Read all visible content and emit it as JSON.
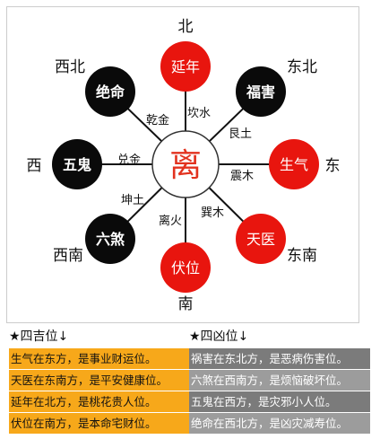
{
  "diagram": {
    "center": "离",
    "directions": {
      "north": "北",
      "northeast": "东北",
      "east": "东",
      "southeast": "东南",
      "south": "南",
      "southwest": "西南",
      "west": "西",
      "northwest": "西北"
    },
    "positions": {
      "north": "延年",
      "northeast": "福害",
      "east": "生气",
      "southeast": "天医",
      "south": "伏位",
      "southwest": "六煞",
      "west": "五鬼",
      "northwest": "绝命"
    },
    "trigrams": {
      "north": "坎水",
      "northeast": "艮土",
      "east": "震木",
      "southeast": "巽木",
      "south": "离火",
      "southwest": "坤土",
      "west": "兑金",
      "northwest": "乾金"
    },
    "colors": {
      "lucky": "#e8150e",
      "unlucky": "#0a0a0a",
      "center_text": "#e2321f"
    }
  },
  "legend": {
    "good_title": "★四吉位↓",
    "good_rows": [
      "生气在东方，是事业财运位。",
      "天医在东南方，是平安健康位。",
      "延年在北方，是桃花贵人位。",
      "伏位在南方，是本命宅财位。"
    ],
    "bad_title": "★四凶位↓",
    "bad_rows": [
      "祸害在东北方，是恶病伤害位。",
      "六煞在西南方，是烦恼破坏位。",
      "五鬼在西方，是灾邪小人位。",
      "绝命在西北方，是凶灾减寿位。"
    ]
  }
}
